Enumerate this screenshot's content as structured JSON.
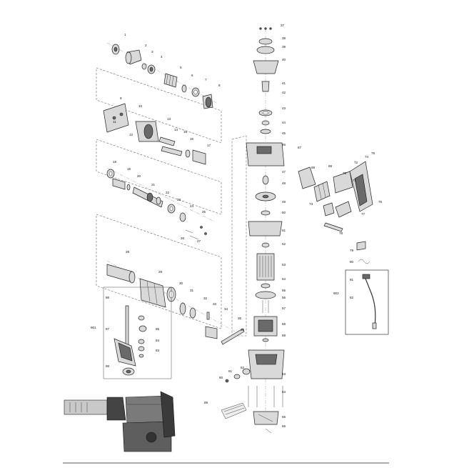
{
  "diagram": {
    "left_column_callouts": [
      "1",
      "2",
      "3",
      "4",
      "5",
      "6",
      "7",
      "8",
      "9",
      "10",
      "11",
      "12",
      "13",
      "14",
      "15",
      "16",
      "17",
      "18",
      "19",
      "20",
      "21",
      "22",
      "23",
      "24",
      "25",
      "26",
      "27",
      "28",
      "29",
      "30",
      "31",
      "32",
      "33",
      "34",
      "35",
      "36"
    ],
    "center_column_callouts": [
      "37",
      "38",
      "39",
      "40",
      "41",
      "42",
      "43",
      "44",
      "45",
      "46",
      "47",
      "48",
      "49",
      "50",
      "51",
      "52",
      "53",
      "54",
      "55",
      "56",
      "57",
      "58",
      "59",
      "60",
      "61",
      "62",
      "63",
      "64",
      "65",
      "66"
    ],
    "right_group_callouts": [
      "67",
      "68",
      "69",
      "70",
      "71",
      "72",
      "73",
      "74",
      "75",
      "76",
      "77",
      "78",
      "79",
      "80",
      "81",
      "82"
    ],
    "group_labels": [
      "901",
      "902"
    ],
    "extra_callouts": [
      "83",
      "84",
      "85",
      "86",
      "87",
      "88",
      "89"
    ]
  }
}
